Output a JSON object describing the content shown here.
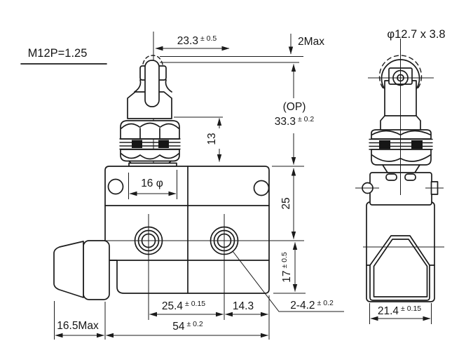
{
  "drawing": {
    "title": "roller plunger limit switch dimension drawing",
    "colors": {
      "ink": "#1b1b1b",
      "paper": "#ffffff"
    },
    "labels": {
      "thread_spec": "M12P=1.25",
      "roller_spec": "φ12.7 x 3.8"
    },
    "dims": {
      "d23": {
        "value": "23.3",
        "tol": "± 0.5"
      },
      "pretravel": "2Max",
      "op_caption": "(OP)",
      "op": {
        "value": "33.3",
        "tol": "± 0.2"
      },
      "bushing_h": "13",
      "flange_dia": "16 φ",
      "top_to_term": "25",
      "term_to_bottom": {
        "value": "17",
        "tol": "± 0.5"
      },
      "gland": "16.5Max",
      "term_spacing": {
        "value": "25.4",
        "tol": "± 0.15"
      },
      "term_to_edge": "14.3",
      "body_width": {
        "value": "54",
        "tol": "± 0.2"
      },
      "mount_holes": {
        "value": "2-4.2",
        "tol": "± 0.2"
      },
      "cover_width": {
        "value": "21.4",
        "tol": "± 0.15"
      }
    }
  }
}
